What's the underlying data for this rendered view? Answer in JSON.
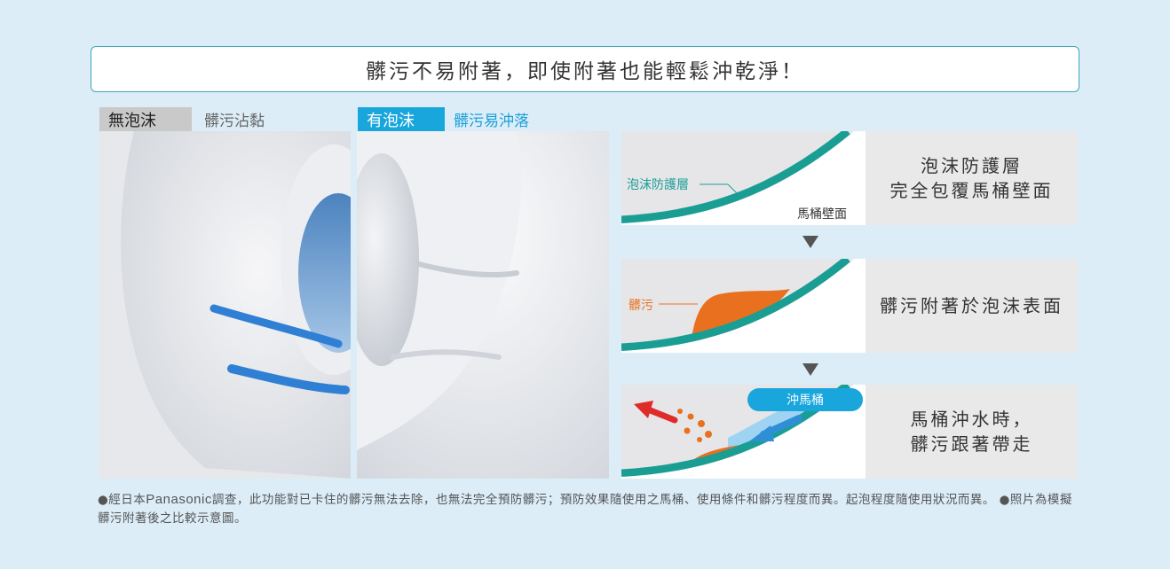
{
  "title": "髒污不易附著，即使附著也能輕鬆沖乾淨！",
  "left_label": {
    "tag": "無泡沫",
    "desc": "髒污沾黏"
  },
  "right_label": {
    "tag": "有泡沫",
    "desc": "髒污易沖落"
  },
  "steps": [
    {
      "callout": "泡沫防護層",
      "wall_label": "馬桶壁面",
      "text_lines": [
        "泡沫防護層",
        "完全包覆馬桶壁面"
      ]
    },
    {
      "callout": "髒污",
      "text_lines": [
        "髒污附著於泡沫表面"
      ]
    },
    {
      "flush_label": "沖馬桶",
      "text_lines": [
        "馬桶沖水時，",
        "髒污跟著帶走"
      ]
    }
  ],
  "footnote": {
    "p1": "●經日本",
    "brand": "Panasonic",
    "p2": "調查，此功能對已卡住的髒污無法去除，也無法完全預防髒污；預防效果隨使用之馬桶、使用條件和髒污程度而異。起泡程度隨使用狀況而異。 ●照片為模擬髒污附著後之比較示意圖。"
  },
  "colors": {
    "teal": "#1a9e94",
    "blue": "#18a6dc",
    "orange": "#e8701f",
    "arrow_red": "#e02b2b"
  }
}
